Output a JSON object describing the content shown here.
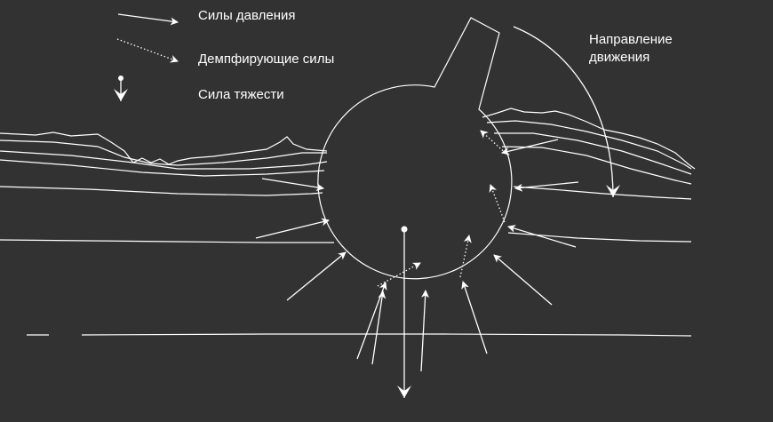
{
  "legend": {
    "pressure_label": "Силы давления",
    "damping_label": "Демпфирующие силы",
    "gravity_label": "Сила тяжести"
  },
  "direction": {
    "line1": "Направление",
    "line2": "движения"
  },
  "colors": {
    "background": "#323232",
    "stroke": "#ffffff"
  }
}
